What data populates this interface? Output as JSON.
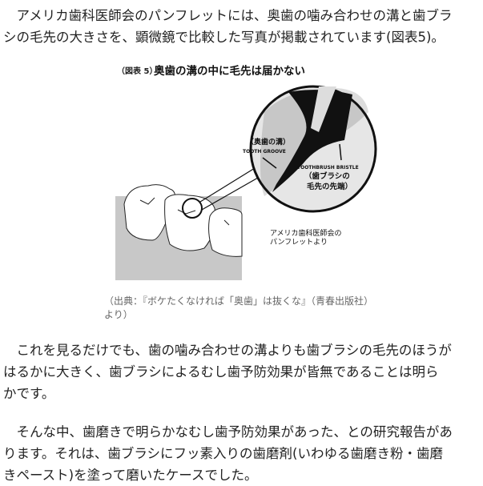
{
  "para1": [
    "　アメリカ歯科医師会のパンフレットには、奥歯の噛み合わせの溝と歯ブラ",
    "シの毛先の大きさを、顕微鏡で比較した写真が掲載されています(図表5)。"
  ],
  "figure": {
    "title_prefix": "（図表 5）",
    "title": "奥歯の溝の中に毛先は届かない",
    "groove_jp": "（奥歯の溝）",
    "groove_en": "TOOTH GROOVE",
    "bristle_en": "TOOTHBRUSH BRISTLE",
    "bristle_jp": [
      "（歯ブラシの",
      "毛先の先端）"
    ],
    "source_note": [
      "アメリカ歯科医師会の",
      "パンフレットより"
    ]
  },
  "caption": [
    "（出典：『ボケたくなければ「奥歯」は抜くな』（青春出版社）",
    "より）"
  ],
  "para2": [
    "　これを見るだけでも、歯の噛み合わせの溝よりも歯ブラシの毛先のほうが",
    "はるかに大きく、歯ブラシによるむし歯予防効果が皆無であることは明ら",
    "かです。"
  ],
  "para3": [
    "　そんな中、歯磨きで明らかなむし歯予防効果があった、との研究報告があ",
    "ります。それは、歯ブラシにフッ素入りの歯磨剤(いわゆる歯磨き粉・歯磨",
    "きペースト)を塗って磨いたケースでした。"
  ]
}
